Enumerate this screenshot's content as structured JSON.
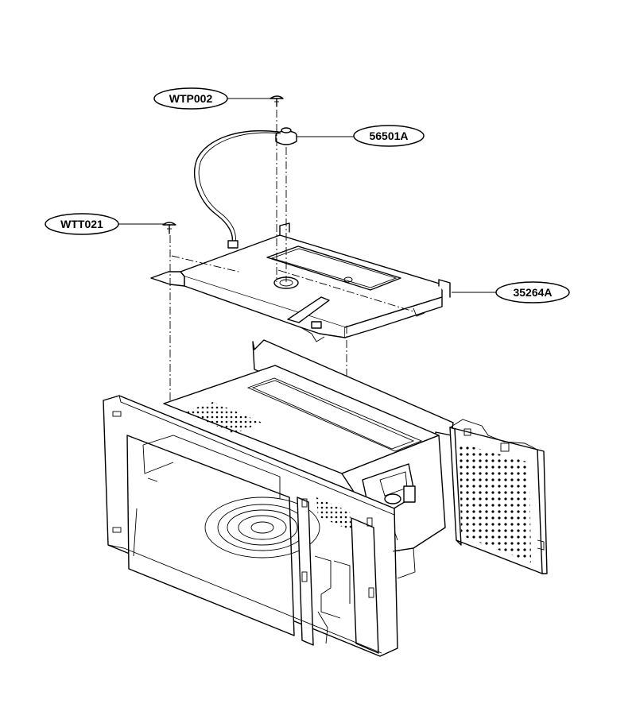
{
  "callouts": [
    {
      "id": "wtp002",
      "label": "WTP002"
    },
    {
      "id": "56501a",
      "label": "56501A"
    },
    {
      "id": "wtt021",
      "label": "WTT021"
    },
    {
      "id": "35264a",
      "label": "35264A"
    }
  ],
  "colors": {
    "line": "#000000",
    "background": "#ffffff"
  }
}
